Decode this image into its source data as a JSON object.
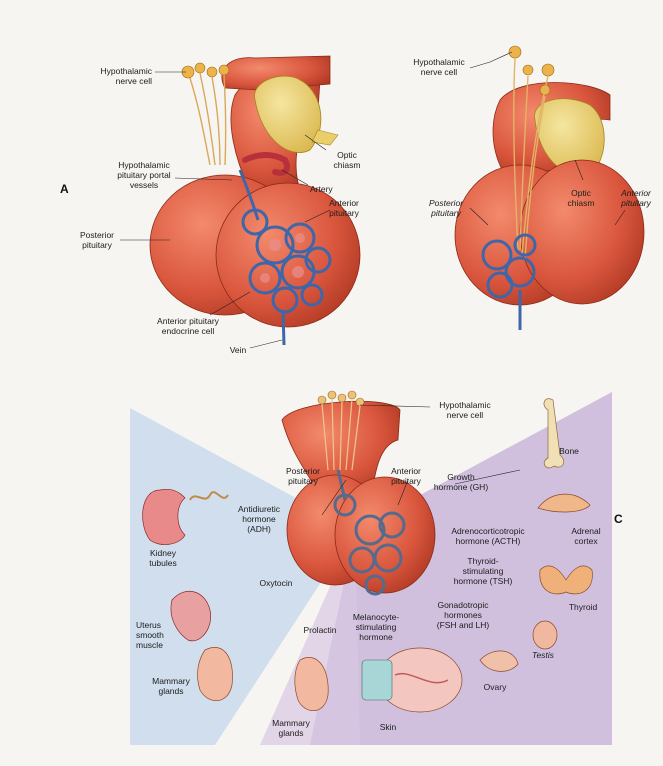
{
  "panels": {
    "a": "A",
    "c": "C"
  },
  "labels": {
    "a_hyp_nerve": "Hypothalamic\nnerve cell",
    "a_portal": "Hypothalamic\npituitary portal\nvessels",
    "a_optic": "Optic\nchiasm",
    "a_artery": "Artery",
    "a_anterior": "Anterior\npituitary",
    "a_posterior": "Posterior\npituitary",
    "a_endocrine": "Anterior pituitary\nendocrine cell",
    "a_vein": "Vein",
    "b_hyp_nerve": "Hypothalamic\nnerve cell",
    "b_posterior": "Posterior\npituitary",
    "b_optic": "Optic\nchiasm",
    "b_anterior": "Anterior\npituitary",
    "c_hyp_nerve": "Hypothalamic\nnerve cell",
    "c_posterior": "Posterior\npituitary",
    "c_anterior": "Anterior\npituitary",
    "c_bone": "Bone",
    "c_gh": "Growth\nhormone (GH)",
    "c_acth": "Adrenocorticotropic\nhormone (ACTH)",
    "c_adrenal": "Adrenal\ncortex",
    "c_tsh": "Thyroid-\nstimulating\nhormone (TSH)",
    "c_thyroid": "Thyroid",
    "c_gonado": "Gonadotropic\nhormones\n(FSH and LH)",
    "c_testis": "Testis",
    "c_ovary": "Ovary",
    "c_msh": "Melanocyte-\nstimulating\nhormone",
    "c_skin": "Skin",
    "c_prolactin": "Prolactin",
    "c_mammary2": "Mammary\nglands",
    "c_oxytocin": "Oxytocin",
    "c_uterus": "Uterus\nsmooth\nmuscle",
    "c_mammary1": "Mammary\nglands",
    "c_adh": "Antidiuretic\nhormone\n(ADH)",
    "c_kidney": "Kidney\ntubules"
  },
  "colors": {
    "pituitary": "#d9563d",
    "chiasm": "#e8cf6a",
    "vessel_blue": "#3f66a8",
    "left_wedge": "#c9d9ec",
    "right_wedge": "#c9b6da"
  }
}
